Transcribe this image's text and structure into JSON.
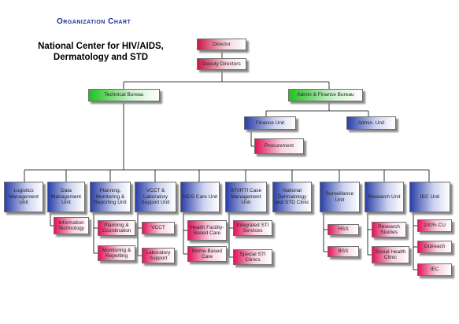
{
  "title": "Organization Chart",
  "center_name": [
    "National Center for HIV/AIDS,",
    "Dermatology and STD"
  ],
  "director": "Director",
  "deputy": "Deputy Directors",
  "technical_bureau": "Technical Bureau",
  "admin_bureau": "Admin & Finance Bureau",
  "finance_unit": "Finance Unit",
  "procurement": "Procurement",
  "admin_unit": "Admin. Unit",
  "units": [
    {
      "label": "Logistics Management Unit",
      "subs": []
    },
    {
      "label": "Data Management Unit",
      "subs": [
        "Information Technology"
      ]
    },
    {
      "label": "Planning, Monitoring & Reporting Unit",
      "subs": [
        "Planning & Coordination",
        "Monitoring & Reporting"
      ]
    },
    {
      "label": "VCCT & Laboratory Support Unit",
      "subs": [
        "VCCT",
        "Laboratory Support"
      ]
    },
    {
      "label": "AIDS Care Unit",
      "subs": [
        "Health Facility-Based Care",
        "Home-Based Care"
      ]
    },
    {
      "label": "STI/RTI Case Management Unit",
      "subs": [
        "Integrated STI Services",
        "Special STI Clinics"
      ]
    },
    {
      "label": "National Dermatology and STD Clinic",
      "subs": []
    },
    {
      "label": "Surveillance Unit",
      "subs": [
        "HSS",
        "BSS"
      ]
    },
    {
      "label": "Research Unit",
      "subs": [
        "Research Studies",
        "Social Health Clinic"
      ]
    },
    {
      "label": "IEC Unit",
      "subs": [
        "100% CU",
        "Outreach",
        "IEC"
      ]
    }
  ]
}
